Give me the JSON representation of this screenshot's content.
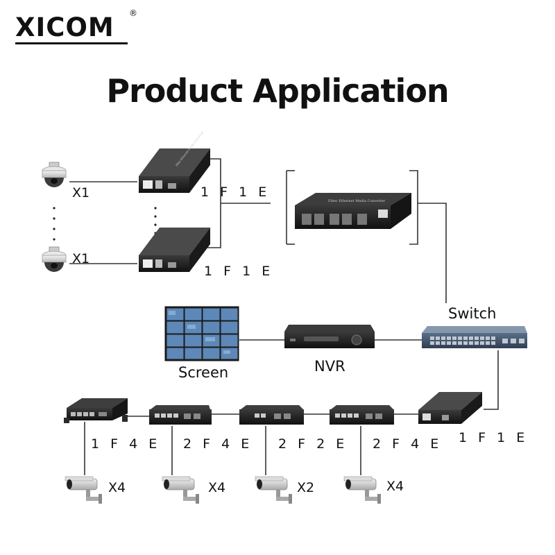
{
  "brand": {
    "logo_text": "XICOM",
    "registered_mark": "®"
  },
  "title": "Product Application",
  "labels": {
    "camera_top_qty": "X1",
    "camera_bottom_qty": "X1",
    "converter_top": "1 F 1 E",
    "converter_bottom": "1 F 1 E",
    "switch": "Switch",
    "screen": "Screen",
    "nvr": "NVR",
    "converter_right": "1 F 1 E",
    "unit_a": "1 F 4 E",
    "unit_b": "2 F 4 E",
    "unit_c": "2 F 2 E",
    "unit_d": "2 F 4 E",
    "cam_a_qty": "X4",
    "cam_b_qty": "X4",
    "cam_c_qty": "X2",
    "cam_d_qty": "X4"
  },
  "device_print": {
    "converter_caption": "Fiber Ethernet Media Converter",
    "chassis_caption": "Fiber Ethernet Media Converter"
  },
  "colors": {
    "line": "#333333",
    "device_dark": "#1c1c1c",
    "switch_blue": "#3c4f66",
    "screen_blue": "#5d88b8"
  }
}
